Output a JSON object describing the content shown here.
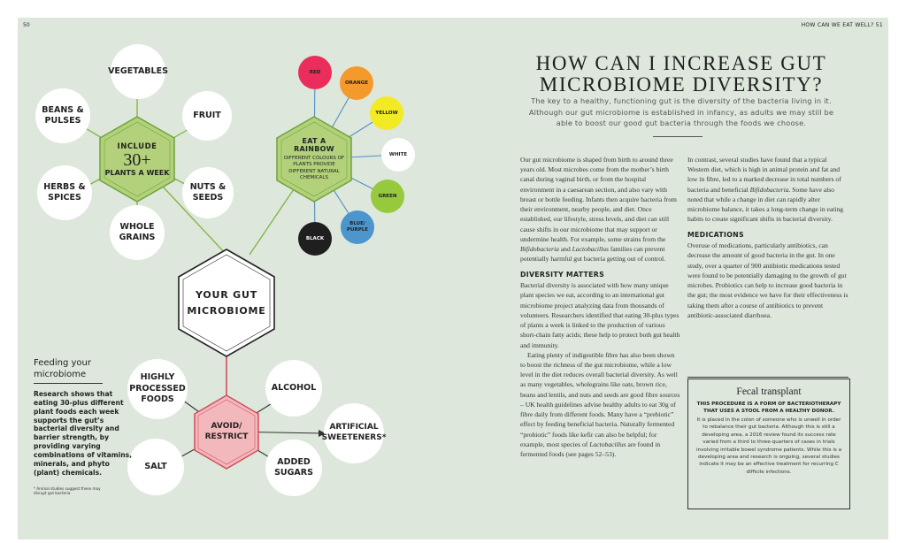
{
  "page": {
    "folio_left": "50",
    "folio_right": "HOW CAN WE EAT WELL? 51"
  },
  "infographic": {
    "plants_hub": {
      "line1": "INCLUDE",
      "number": "30+",
      "line2": "PLANTS A WEEK"
    },
    "plant_items": [
      "VEGETABLES",
      "FRUIT",
      "NUTS & SEEDS",
      "WHOLE GRAINS",
      "HERBS & SPICES",
      "BEANS & PULSES"
    ],
    "rainbow_hub": {
      "title": "EAT A RAINBOW",
      "subtitle": "DIFFERENT COLOURS OF PLANTS PROVIDE DIFFERENT NATURAL CHEMICALS"
    },
    "colors": [
      {
        "label": "RED",
        "fill": "#ea2d5a",
        "text_color": "#222222"
      },
      {
        "label": "ORANGE",
        "fill": "#f49a2c",
        "text_color": "#222222"
      },
      {
        "label": "YELLOW",
        "fill": "#f3ea26",
        "text_color": "#222222"
      },
      {
        "label": "WHITE",
        "fill": "#ffffff",
        "text_color": "#222222"
      },
      {
        "label": "GREEN",
        "fill": "#97c93d",
        "text_color": "#222222"
      },
      {
        "label": "BLUE/ PURPLE",
        "fill": "#4d95cd",
        "text_color": "#222222"
      },
      {
        "label": "BLACK",
        "fill": "#1f1f1f",
        "text_color": "#ffffff"
      }
    ],
    "center_hub": {
      "line1": "YOUR GUT",
      "line2": "MICROBIOME"
    },
    "avoid_hub": {
      "line1": "AVOID/",
      "line2": "RESTRICT"
    },
    "avoid_items": [
      "HIGHLY PROCESSED FOODS",
      "ALCOHOL",
      "ARTIFICIAL SWEETENERS*",
      "ADDED SUGARS",
      "SALT"
    ],
    "accent_colors": {
      "plants_hex": "#b2d17a",
      "plants_stroke": "#6fa23c",
      "avoid_hex": "#f3b8bc",
      "avoid_stroke": "#d04e5c",
      "line_green": "#7eb33c",
      "line_red": "#d04e5c",
      "line_blue": "#4f8fc6"
    }
  },
  "sidebar": {
    "title": "Feeding your microbiome",
    "body": "Research shows that eating 30-plus different plant foods each week supports the gut’s bacterial diversity and barrier strength, by providing varying combinations of vitamins, minerals, and phyto (plant) chemicals.",
    "footnote": "* Animal studies suggest these may disrupt gut bacteria"
  },
  "article": {
    "title": "HOW CAN I INCREASE GUT MICROBIOME DIVERSITY?",
    "lede": "The key to a healthy, functioning gut is the diversity of the bacteria living in it. Although our gut microbiome is established in infancy, as adults we may still be able to boost our good gut bacteria through the foods we choose.",
    "col1": {
      "p1": "Our gut microbiome is shaped from birth to around three years old. Most microbes come from the mother’s birth canal during vaginal birth, or from the hospital environment in a caesarean section, and also vary with breast or bottle feeding. Infants then acquire bacteria from their environment, nearby people, and diet. Once established, our lifestyle, stress levels, and diet can still cause shifts in our microbiome that may support or undermine health. For example, some strains from the ",
      "p1_em1": "Bifidobacteria",
      "p1_mid": " and ",
      "p1_em2": "Lactobacillus",
      "p1_end": " families can prevent potentially harmful gut bacteria getting out of control.",
      "h2": "DIVERSITY MATTERS",
      "p2": "Bacterial diversity is associated with how many unique plant species we eat, according to an international gut microbiome project analyzing data from thousands of volunteers. Researchers identified that eating 30-plus types of plants a week is linked to the production of various short-chain fatty acids; these help to protect both gut health and immunity.",
      "p3": "Eating plenty of indigestible fibre has also been shown to boost the richness of the gut microbiome, while a low level in the diet reduces overall bacterial diversity. As well as many vegetables, wholegrains like oats, brown rice, beans and lentils, and nuts and seeds are good fibre sources – UK health guidelines advise healthy adults to eat 30g of fibre daily from different foods. Many have a “prebiotic” effect by feeding beneficial bacteria. Naturally fermented “probiotic” foods like kefir can also be helpful; for example, most species of ",
      "p3_em": "Lactobacillus",
      "p3_end": " are found in fermented foods (see pages 52–53)."
    },
    "col2": {
      "p1": "In contrast, several studies have found that a typical Western diet, which is high in animal protein and fat and low in fibre, led to a marked decrease in total numbers of bacteria and beneficial ",
      "p1_em": "Bifidobacteria",
      "p1_end": ". Some have also noted that while a change in diet can rapidly alter microbiome balance, it takes a long-term change in eating habits to create significant shifts in bacterial diversity.",
      "h2": "MEDICATIONS",
      "p2": "Overuse of medications, particularly antibiotics, can decrease the amount of good bacteria in the gut. In one study, over a quarter of 900 antibiotic medications tested were found to be potentially damaging to the growth of gut microbes. Probiotics can help to increase good bacteria in the gut; the most evidence we have for their effectiveness is taking them after a course of antibiotics to prevent antibiotic-associated diarrhoea."
    },
    "box": {
      "title": "Fecal transplant",
      "lead": "THIS PROCEDURE IS A FORM OF BACTERIOTHERAPY THAT USES A STOOL FROM A HEALTHY DONOR.",
      "text": "It is placed in the colon of someone who is unwell in order to rebalance their gut bacteria. Although this is still a developing area, a 2016 review found its success rate varied from a third to three-quarters of cases in trials involving irritable bowel syndrome patients. While this is a developing area and research is ongoing, several studies indicate it may be an effective treatment for recurring C difficile infections."
    }
  }
}
